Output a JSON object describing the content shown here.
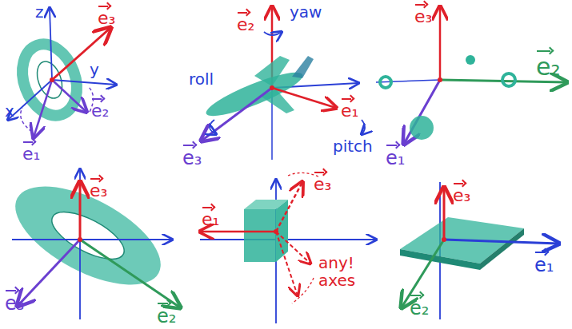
{
  "diagram": {
    "labels": [
      "z",
      "y",
      "x",
      "e₃",
      "e₂",
      "e₁",
      "e₂",
      "yaw",
      "roll",
      "e₃",
      "e₁",
      "pitch",
      "e₃",
      "e₂",
      "e₁",
      "e₃",
      "e₃",
      "e₂",
      "e₁",
      "e₃",
      "any! axes",
      "e₃",
      "e₁",
      "e₂"
    ]
  }
}
